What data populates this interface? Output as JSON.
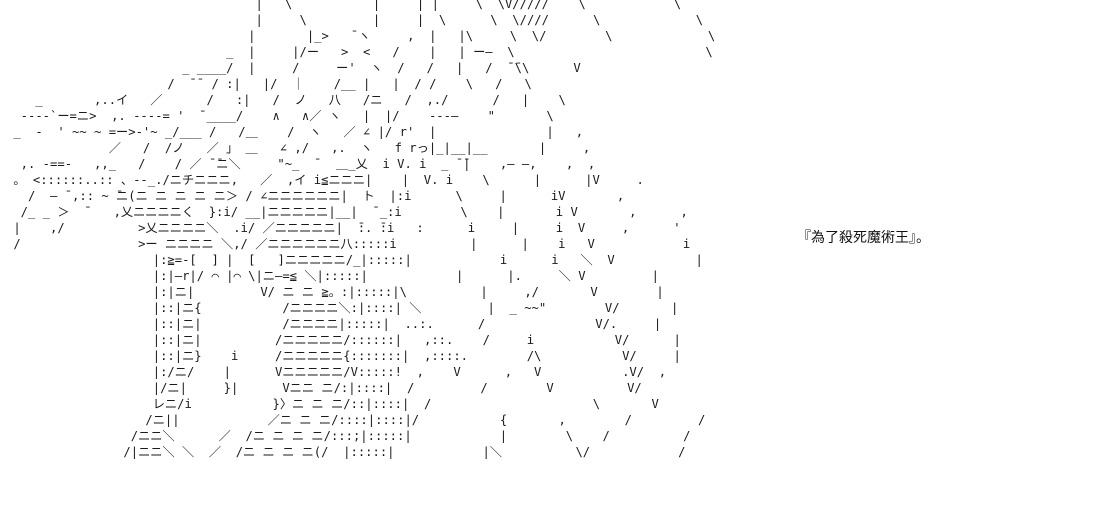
{
  "caption": "『為了殺死魔術王』。",
  "art": {
    "lines": [
      "                                  |   \\           |     | |     \\  \\V/////    \\            \\",
      "                                  |     \\         |     |  \\      \\  \\////      \\             \\",
      "                                 |       |_>   ̄ ヽ     ,  |   |\\     \\  \\/        \\             \\",
      "                              _  |     |/ー   >  <   /    |   | ー―  \\                          \\",
      "                        _ ____/  |     /     ー'  ヽ  /   /   |   /  ̄ ̄\\\\      V",
      "                      /  ̄ ̄  / :|   |/  ｜    /__ |   |  / /    \\   /   \\                           V",
      "    _       ,..イ   ／      /   :|   /  ノ   八   /ニ   /  ,./      /   |    \\                          V",
      "  ----`ー=ニ>  ,. ----= '  ̄ ____/    ∧   ∧／ ヽ   |  |/    ---―    \"       \\                          V",
      " _  -  ' ~~ ~ =ー>‐'~ _/___ /   /＿    /  ヽ   ／ ∠ |/ r'  |               |   ,                        V",
      "              ／   /  /ノ   ／ 」 ＿   ∠ ,/   ,.  ヽ   f rっ|_|__|__       |     ,                      V",
      "  ,. -==-   ,,_   /    / ／ ̄ ̄ニ＼     \"~_  ̄   ＿_乂  i V. i  _ ̄ ̄|    ,― ―,    ,  ,                  V",
      " 。 <::::::..:: 、--_./ニチニニニ,   ／  ,イ i≦ニニニ|    |  V. i    \\      |      |V     .                 V",
      "   /  ― ̄ ,:: ~ ̄ニ(ニ ニ ニ ニ ニ＞ / ∠ニニニニニニ|  ト  |:i      \\     |      iV       ,",
      "  /_ _ ＞  ̄    ,乂ニニニニく  }:i/ __|ニニニニニ|__|  ̄ _:i        \\    |       i V       ,      ,",
      " |    ,/          >乂ニニニニ＼  .i/ ／ニニニニニ|  ̄:. ̄:i   :      i     |     i  V     ,      '",
      " /                >ー ニニニニ ＼,/ ／ニニニニニニ八:::::i          |      |    i   V            i",
      "                    |:≧=-[  ] |  [   ]ニニニニニ/_|:::::|            i      i   ＼  V           |",
      "                    |:|―r|/ ⌒ |⌒ \\|ニ―=≦ ＼|:::::|            |      |.     ＼ V         |",
      "                    |:|ニ|         V/ ニ ニ ≧。:|:::::|\\          |     ,/       V        |",
      "                    |::|ニ{           /ニニニニ＼:|::::| ＼         |  _ ~~\"        V/       |",
      "                    |::|ニ|           /ニニニニ|:::::|  ..:.      /               V/.     |",
      "                    |::|ニ|          /ニニニニニ/::::::|   ,::.    /     i           V/      |",
      "                    |::|ニ}    i     /ニニニニニ{:::::::|  ,::::.        /\\           V/     |",
      "                    |:/ニ/    |      Vニニニニニ/V:::::!  ,    V      ,   V           .V/  ,",
      "                    |/ニ|     }|      Vニニ ニ/:|::::|  /         /        V          V/",
      "                    レニ/i           }〉ニ ニ ニ/::|::::|  /                      \\       V           /",
      "                   /ニ||            ／ニ ニ ニ/::::|::::|/           {       ,        /         /",
      "                 /ニニ＼      ／  /ニ ニ ニ ニ/:::;|:::::|            |        \\    /          /",
      "                /|ニニ＼ ＼  ／  /ニ ニ ニ ニ(/  |:::::|            |＼          \\/            /"
    ],
    "colors": {
      "ink": "#1a1a1a",
      "background": "#ffffff"
    }
  }
}
